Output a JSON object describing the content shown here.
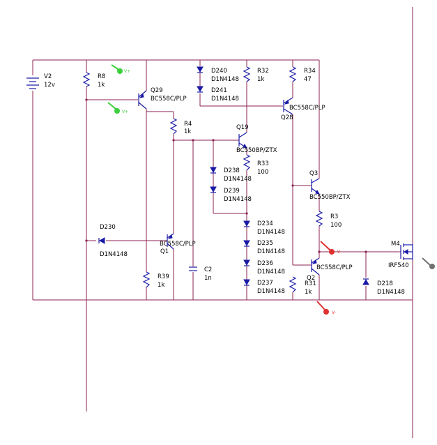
{
  "components": {
    "V2": {
      "ref": "V2",
      "value": "12v"
    },
    "R8": {
      "ref": "R8",
      "value": "1k"
    },
    "Q29": {
      "ref": "Q29",
      "part": "BC558C/PLP"
    },
    "D240": {
      "ref": "D240",
      "part": "D1N4148"
    },
    "D241": {
      "ref": "D241",
      "part": "D1N4148"
    },
    "R32": {
      "ref": "R32",
      "value": "1k"
    },
    "R34": {
      "ref": "R34",
      "value": "47"
    },
    "Q28": {
      "ref": "Q28",
      "part": "BC558C/PLP"
    },
    "R4": {
      "ref": "R4",
      "value": "1k"
    },
    "Q19": {
      "ref": "Q19",
      "part": "BC550BP/ZTX"
    },
    "R33": {
      "ref": "R33",
      "value": "100"
    },
    "D238": {
      "ref": "D238",
      "part": "D1N4148"
    },
    "D239": {
      "ref": "D239",
      "part": "D1N4148"
    },
    "Q3": {
      "ref": "Q3",
      "part": "BC550BP/ZTX"
    },
    "R3": {
      "ref": "R3",
      "value": "100"
    },
    "D230": {
      "ref": "D230",
      "part": "D1N4148"
    },
    "Q1": {
      "ref": "Q1",
      "part": "BC558C/PLP"
    },
    "D234": {
      "ref": "D234",
      "part": "D1N4148"
    },
    "D235": {
      "ref": "D235",
      "part": "D1N4148"
    },
    "D236": {
      "ref": "D236",
      "part": "D1N4148"
    },
    "D237": {
      "ref": "D237",
      "part": "D1N4148"
    },
    "C2": {
      "ref": "C2",
      "value": "1n"
    },
    "R39": {
      "ref": "R39",
      "value": "1k"
    },
    "Q2": {
      "ref": "Q2",
      "part": "BC558C/PLP"
    },
    "R31": {
      "ref": "R31",
      "value": "1k"
    },
    "D218": {
      "ref": "D218",
      "part": "D1N4148"
    },
    "M4": {
      "ref": "M4",
      "part": "IRF540"
    }
  },
  "probes": {
    "green_label": "V+",
    "red_label": "V-",
    "green_color": "#3ccf3c",
    "red_color": "#e03030",
    "gray_color": "#707070"
  },
  "colors": {
    "wire": "#8b2252",
    "component": "#1a1aa6"
  }
}
